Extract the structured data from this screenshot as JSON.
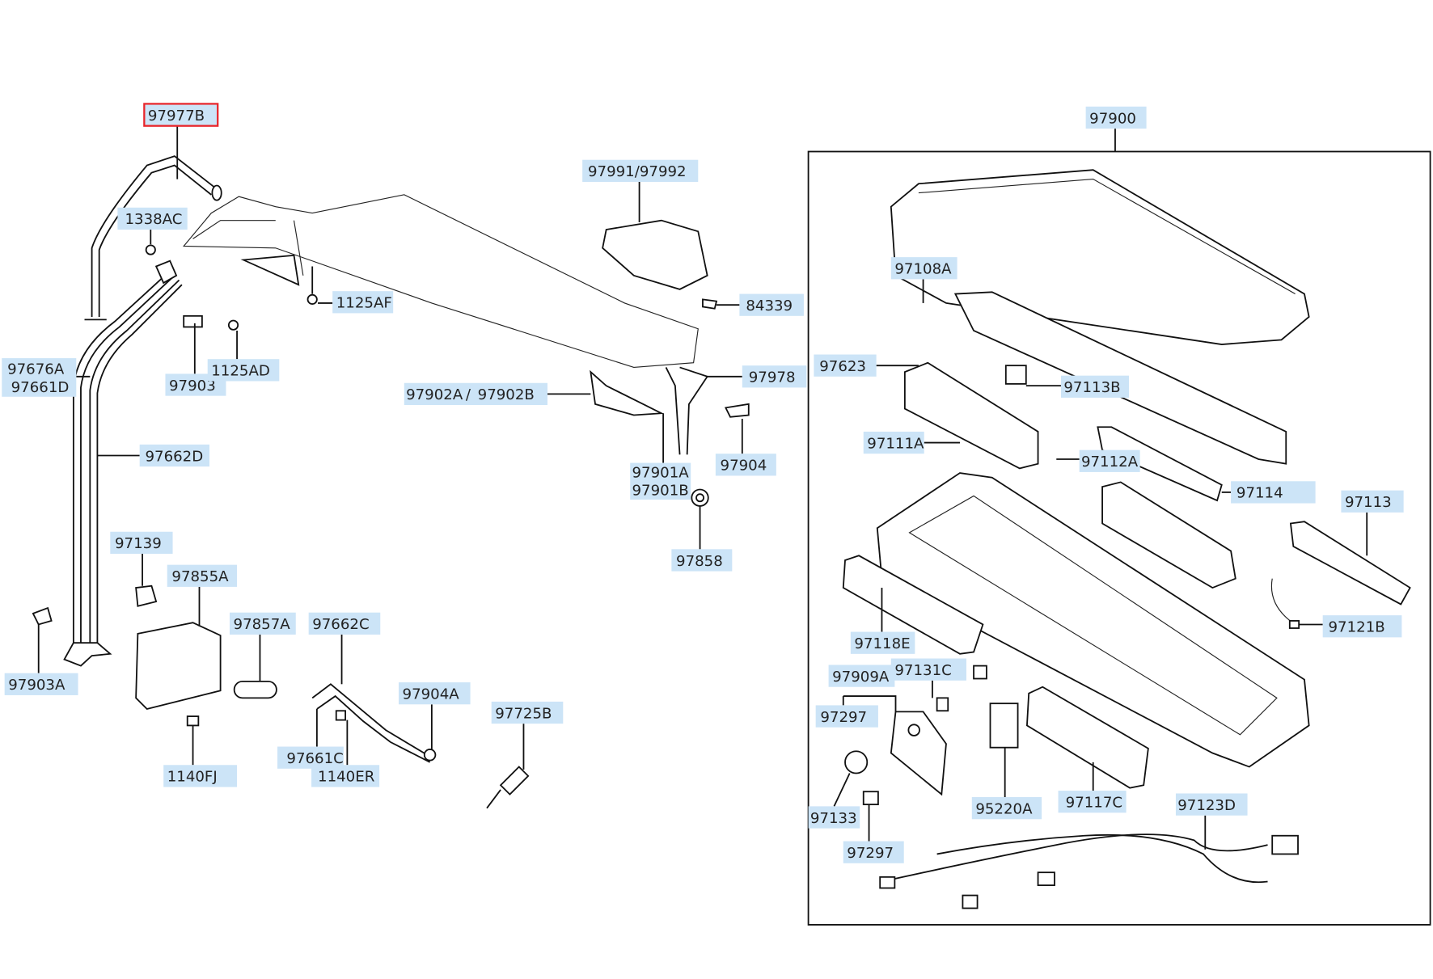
{
  "diagram": {
    "highlight_color": "#e8262b",
    "label_background": "#cce4f7",
    "selected_part": "97977B",
    "labels": {
      "p97977B": "97977B",
      "p1338AC": "1338AC",
      "p1125AF": "1125AF",
      "p97991": "97991/97992",
      "p84339": "84339",
      "p97676A": "97676A",
      "p97661D": "97661D",
      "p97903": "97903",
      "p1125AD": "1125AD",
      "p97902A": "97902A",
      "p97902B": "97902B",
      "slash": "/",
      "p97978": "97978",
      "p97662D": "97662D",
      "p97901A": "97901A",
      "p97901B": "97901B",
      "p97904": "97904",
      "p97858": "97858",
      "p97139": "97139",
      "p97855A": "97855A",
      "p97857A": "97857A",
      "p97662C": "97662C",
      "p97903A": "97903A",
      "p97904A": "97904A",
      "p97725B": "97725B",
      "p97661C": "97661C",
      "p1140ER": "1140ER",
      "p1140FJ": "1140FJ",
      "p97900": "97900",
      "p97108A": "97108A",
      "p97623": "97623",
      "p97113B": "97113B",
      "p97111A": "97111A",
      "p97112A": "97112A",
      "p97114": "97114",
      "p97113": "97113",
      "p97121B": "97121B",
      "p97118E": "97118E",
      "p97909A": "97909A",
      "p97131C": "97131C",
      "p97297a": "97297",
      "p95220A": "95220A",
      "p97117C": "97117C",
      "p97133": "97133",
      "p97123D": "97123D",
      "p97297b": "97297"
    }
  }
}
